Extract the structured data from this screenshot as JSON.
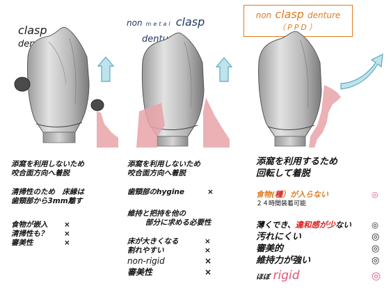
{
  "panel1": {
    "title_line1": "clasp",
    "title_line2": "denture",
    "notes": [
      {
        "text": "添窩を利用しないため"
      },
      {
        "text": "咬合面方向へ着脱"
      },
      {
        "text": "清掃性のため　床縁は"
      },
      {
        "text": "歯頸部から3mm離す"
      },
      {
        "text": "食物が嵌入",
        "mark": "×"
      },
      {
        "text": "清掃性も？",
        "mark": "×"
      },
      {
        "text": "審美性",
        "mark": "×"
      }
    ]
  },
  "panel2": {
    "title_non": "non",
    "title_metal": "metal",
    "title_clasp": "clasp",
    "title_denture": "denture",
    "notes": [
      {
        "text": "添窩を利用しないため"
      },
      {
        "text": "咬合面方向へ着脱"
      },
      {
        "text": "歯頸部のhygine",
        "mark": "×"
      },
      {
        "text": "維持と把持を他の"
      },
      {
        "text": "部分に求める必要性"
      },
      {
        "text": "床が大きくなる",
        "mark": "×"
      },
      {
        "text": "割れやすい",
        "mark": "×"
      },
      {
        "text": "non-rigid",
        "mark": "×"
      },
      {
        "text": "審美性",
        "mark": "×"
      }
    ]
  },
  "panel3": {
    "title_non": "non",
    "title_clasp": "clasp",
    "title_denture": "denture",
    "title_ppd": "（PPD）",
    "notes": [
      {
        "text": "添窩を利用するため"
      },
      {
        "text": "回転して着脱"
      },
      {
        "text_a": "食物(",
        "text_b": "種",
        "text_c": "）が入らない",
        "mark": "◎"
      },
      {
        "text": "２４時間装着可能"
      },
      {
        "text_a": "薄くでき、",
        "text_b": "違和感が少",
        "text_c": "ない",
        "mark": "◎"
      },
      {
        "text": "汚れにくい",
        "mark": "◎"
      },
      {
        "text": "審美的",
        "mark": "◎"
      },
      {
        "text": "維持力が強い",
        "mark": "◎"
      },
      {
        "text_a": "ほぼ",
        "text_b": "rigid",
        "mark": "◎"
      }
    ]
  },
  "colors": {
    "orange": "#e07b1f",
    "pink": "#e8a3a8",
    "arrow": "#bfe3ec",
    "arrow_stroke": "#5aa9bf",
    "navy": "#1f3864",
    "rigid": "#e05577",
    "red": "#d92020"
  }
}
